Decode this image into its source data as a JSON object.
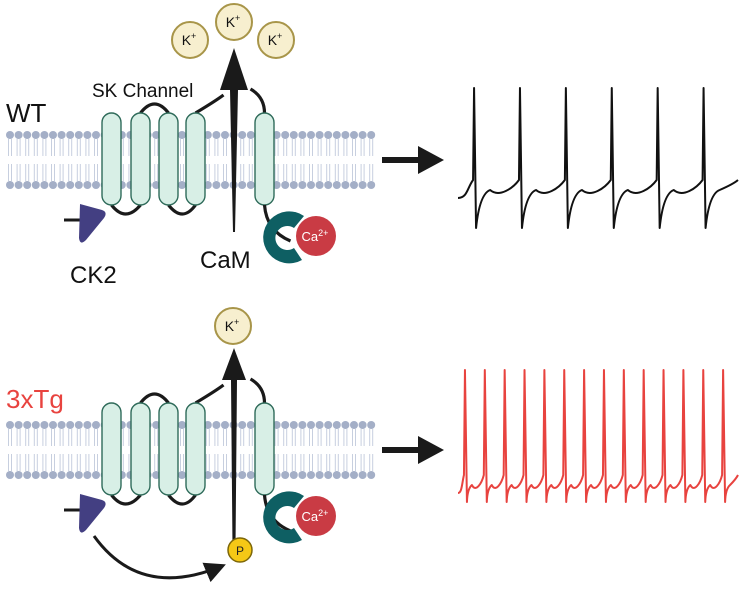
{
  "ion_label": "K",
  "ion_charge": "+",
  "calcium_label": "Ca",
  "calcium_charge": "2+",
  "phosphate_label": "P",
  "panels": [
    {
      "condition_label": "WT",
      "condition_color": "#111111",
      "channel_label": "SK Channel",
      "kinase_label": "CK2",
      "calmodulin_label": "CaM",
      "trace_color": "#111111",
      "spike_count": 6
    },
    {
      "condition_label": "3xTg",
      "condition_color": "#e8433f",
      "trace_color": "#e8433f",
      "spike_count": 14
    }
  ],
  "colors": {
    "subunit_fill": "#d8efe6",
    "subunit_stroke": "#2f6b5a",
    "lipid_head": "#a4afc7",
    "lipid_tail": "#c7cfdf",
    "calmodulin": "#0e5f63",
    "calcium": "#c93b44",
    "potassium_fill": "#f7efcf",
    "potassium_stroke": "#a89549",
    "kinase": "#433f82",
    "phosphate_fill": "#f5c816",
    "phosphate_stroke": "#7d6709",
    "ink": "#1a1a1a"
  },
  "icons": [
    "sk-channel-icon",
    "calmodulin-icon",
    "ck2-kinase-icon",
    "potassium-ion-icon",
    "calcium-ion-icon",
    "phosphate-icon",
    "membrane-icon",
    "action-potential-trace"
  ]
}
